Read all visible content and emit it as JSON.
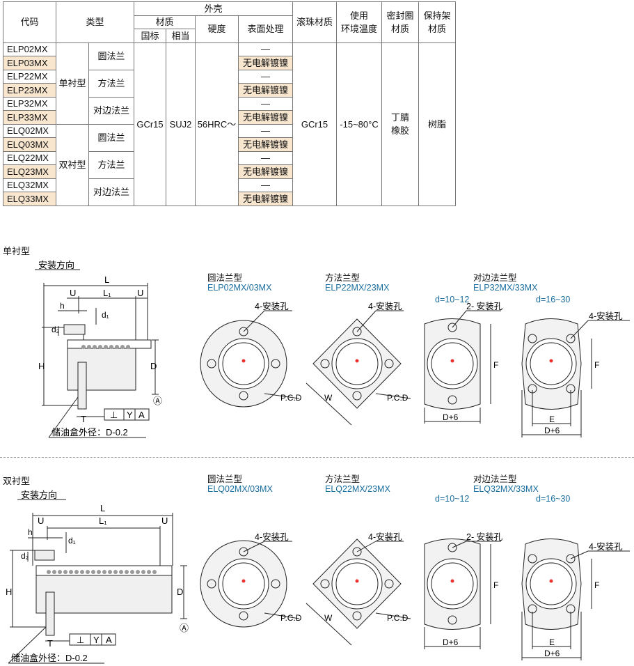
{
  "table": {
    "h_code": "代码",
    "h_type": "类型",
    "h_shell": "外壳",
    "h_material": "材质",
    "h_gb": "国标",
    "h_equiv": "相当",
    "h_hardness": "硬度",
    "h_surface": "表面处理",
    "h_ball": "滚珠材质",
    "h_env1": "使用",
    "h_env2": "环境温度",
    "h_seal1": "密封圈",
    "h_seal2": "材质",
    "h_ret1": "保持架",
    "h_ret2": "材质",
    "codes": [
      "ELP02MX",
      "ELP03MX",
      "ELP22MX",
      "ELP23MX",
      "ELP32MX",
      "ELP33MX",
      "ELQ02MX",
      "ELQ03MX",
      "ELQ22MX",
      "ELQ23MX",
      "ELQ32MX",
      "ELQ33MX"
    ],
    "single": "单衬型",
    "double": "双衬型",
    "round": "圆法兰",
    "square": "方法兰",
    "opposite": "对边法兰",
    "dash": "—",
    "plating": "无电解镀镍",
    "gb": "GCr15",
    "equiv": "SUJ2",
    "hardness": "56HRC～",
    "ball": "GCr15",
    "temp": "-15~80°C",
    "seal1": "丁腈",
    "seal2": "橡胶",
    "retainer": "树脂"
  },
  "sections": {
    "single": "单衬型",
    "double": "双衬型"
  },
  "side": {
    "install_dir": "安装方向",
    "L": "L",
    "L1": "L₁",
    "U": "U",
    "h": "h",
    "d1": "d₁",
    "d2": "d₂",
    "H": "H",
    "D": "D",
    "A": "Ⓐ",
    "T": "T",
    "perp": "⊥",
    "Y": "Y",
    "Adatum": "A",
    "oil": "储油盒外径：D-0.2"
  },
  "views": {
    "round_title": "圆法兰型",
    "round_sub_p": "ELP02MX/03MX",
    "round_sub_q": "ELQ02MX/03MX",
    "square_title": "方法兰型",
    "square_sub_p": "ELP22MX/23MX",
    "square_sub_q": "ELQ22MX/23MX",
    "opp_title": "对边法兰型",
    "opp_sub_p": "ELP32MX/33MX",
    "opp_sub_q": "ELQ32MX/33MX",
    "d_small": "d=10~12",
    "d_large": "d=16~30",
    "holes4": "4-安装孔",
    "holes2": "2- 安装孔",
    "pcd": "P.C.D",
    "W": "W",
    "F": "F",
    "D6": "D+6",
    "E": "E",
    "d": "d"
  }
}
